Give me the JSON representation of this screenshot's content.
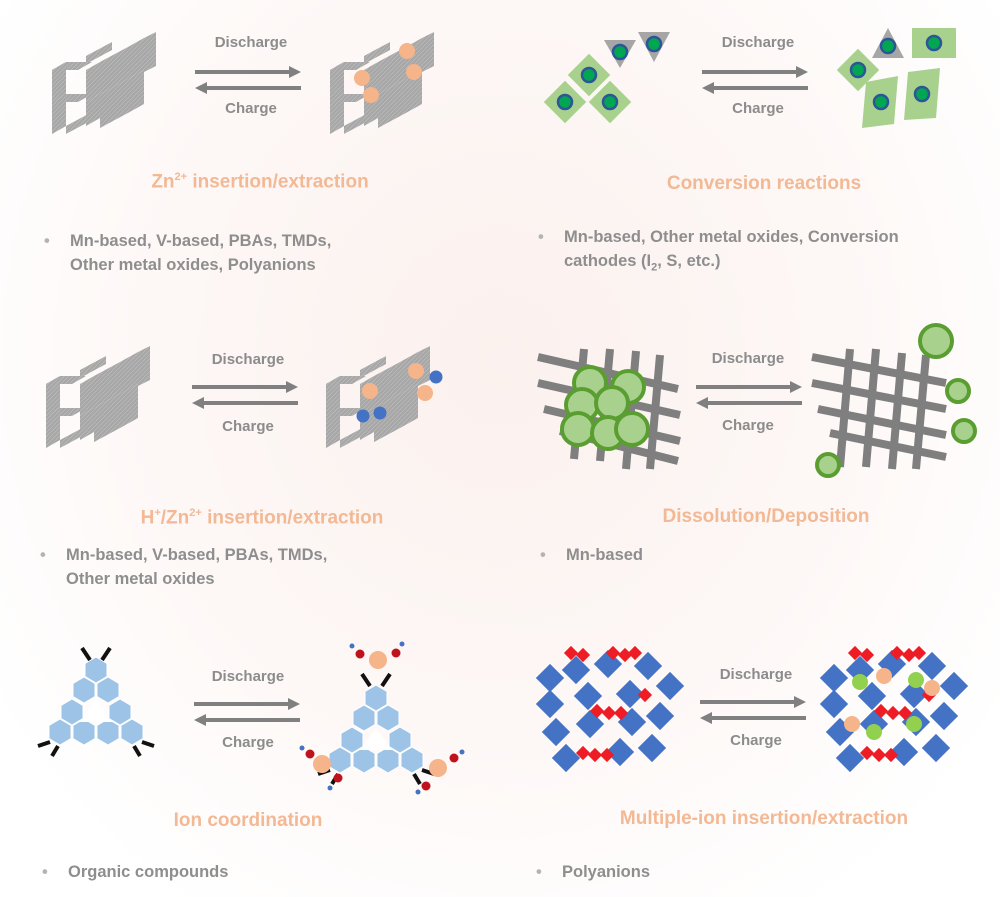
{
  "arrows": {
    "discharge": "Discharge",
    "charge": "Charge"
  },
  "panels": [
    {
      "title_main": "Zn",
      "title_sup": "2+",
      "title_rest": " insertion/extraction",
      "bullet_line1": "Mn-based, V-based, PBAs, TMDs,",
      "bullet_line2": "Other metal oxides, Polyanions"
    },
    {
      "title_main": "Conversion reactions",
      "bullet_line1": "Mn-based, Other metal oxides, Conversion",
      "bullet_line2_pre": "cathodes (I",
      "bullet_line2_sub": "2",
      "bullet_line2_post": ", S, etc.)"
    },
    {
      "title_pre": "H",
      "title_sup1": "+",
      "title_mid": "/Zn",
      "title_sup2": "2+",
      "title_rest": " insertion/extraction",
      "bullet_line1": "Mn-based, V-based, PBAs, TMDs,",
      "bullet_line2": "Other metal oxides"
    },
    {
      "title_main": "Dissolution/Deposition",
      "bullet_line1": "Mn-based"
    },
    {
      "title_main": "Ion coordination",
      "bullet_line1": "Organic compounds"
    },
    {
      "title_main": "Multiple-ion insertion/extraction",
      "bullet_line1": "Polyanions"
    }
  ],
  "bullet_symbol": "•",
  "colors": {
    "title": "#f3b894",
    "text": "#8e8e8e",
    "arrow": "#808080",
    "framework": "#a6a6a6",
    "zn_ion": "#f5b48a",
    "proton": "#4472c4",
    "green_fill": "#a9d18e",
    "green_edge": "#5a9e32",
    "hexagon": "#9dc3e6",
    "blue_diamond": "#4472c4",
    "red_diamond": "#ee1c25"
  }
}
